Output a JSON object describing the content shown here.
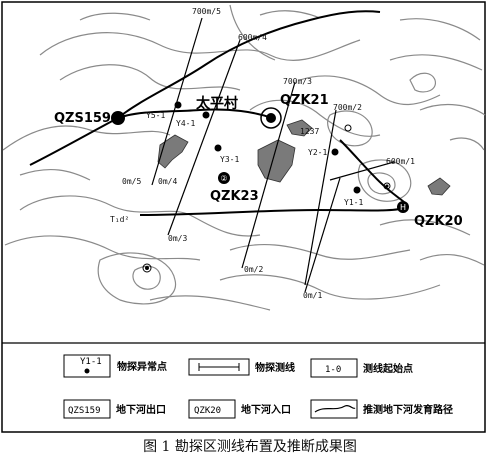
{
  "map": {
    "survey_lines": [
      {
        "label": "700m/5"
      },
      {
        "label": "600m/4"
      },
      {
        "label": "700m/3"
      },
      {
        "label": "700m/2"
      },
      {
        "label": "600m/1"
      },
      {
        "label": "0m/5"
      },
      {
        "label": "0m/4"
      },
      {
        "label": "0m/3"
      },
      {
        "label": "0m/2"
      },
      {
        "label": "0m/1"
      }
    ],
    "anomaly_points": [
      {
        "label": "Y5-1"
      },
      {
        "label": "Y4-1"
      },
      {
        "label": "Y3-1"
      },
      {
        "label": "Y2-1"
      },
      {
        "label": "Y1-1"
      }
    ],
    "village": "太平村",
    "outlets": [
      {
        "label": "QZS159"
      }
    ],
    "inlets": [
      {
        "label": "QZK21"
      },
      {
        "label": "QZK23"
      },
      {
        "label": "QZK20"
      }
    ],
    "misc_labels": {
      "t_label": "T₁d²",
      "contour_value": "1237",
      "inlet_marker_23": "②",
      "inlet_marker_20": "H"
    }
  },
  "legend": {
    "anomaly_symbol_text": "Y1-1",
    "anomaly_label": "物探异常点",
    "line_label": "物探测线",
    "start_symbol_text": "1-0",
    "start_label": "测线起始点",
    "outlet_symbol_text": "QZS159",
    "outlet_label": "地下河出口",
    "inlet_symbol_text": "QZK20",
    "inlet_label": "地下河入口",
    "path_label": "推测地下河发育路径"
  },
  "caption": "图 1  勘探区测线布置及推断成果图",
  "colors": {
    "contour": "#8a8a8a",
    "shade": "#7a7a7a",
    "river": "#000000"
  }
}
